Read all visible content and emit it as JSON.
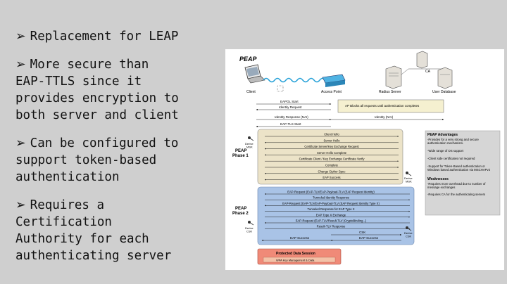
{
  "slide": {
    "bullets": [
      {
        "text": "Replacement for LEAP"
      },
      {
        "text": "More secure than\nEAP-TTLS since it\nprovides encryption to\nboth server and client"
      },
      {
        "text": "Can be configured to\nsupport token-based\nauthentication"
      },
      {
        "text": "Requires a\nCertification\nAuthority for each\nauthenticating server"
      }
    ],
    "bullet_symbol": "➢"
  },
  "diagram": {
    "title": "PEAP",
    "nodes": {
      "client": "Client",
      "ap": "Access Point",
      "radius": "Radius Server",
      "ca": "CA",
      "userdb": "User Database"
    },
    "pre": {
      "eapol_start": "EAPOL Start",
      "identity_request": "Identity Request",
      "ap_blocks": "AP Blocks all requests until authentication completes",
      "identity_response": "Identity Response (NAI)",
      "identity_nai": "Identity (NAI)",
      "eap_tls_start": "EAP-TLS Start"
    },
    "phase1": {
      "label": "PEAP\nPhase 1",
      "messages": [
        "Client Hello",
        "Server Hello",
        "Certificate Server/Key Exchange Request",
        "Server Hello Complete",
        "Certificate Client / Key Exchange Certificate Verify",
        "Complete",
        "Change Cipher Spec",
        "EAP Success"
      ],
      "derive_left": "Derive\nMSK",
      "derive_right": "Derive\nMSK"
    },
    "phase2": {
      "label": "PEAP\nPhase 2",
      "messages": [
        "EAP-Request (EAP-TLV/EAP-Payload-TLV (EAP Request Identity)",
        "Tunneled Identity Response",
        "EAP-Request (EAP-TLV/EAP-Payload-TLV (EAP Request Identity Type X)",
        "Tunneled Response for EAP Type X",
        "EAP Type X Exchange",
        "EAP-Request (EAP-TLV/Result-TLV (CryptoBinding...)",
        "Result-TLV Response"
      ],
      "csk": "CSK",
      "success_left": "EAP Success",
      "success_right": "EAP Success",
      "derive_left": "Derive\nCSK",
      "derive_right": "Derive\nCSK"
    },
    "protected": {
      "title": "Protected Data Session",
      "sub": "WPA Key Management & Data"
    },
    "notes": {
      "advantages_title": "PEAP Advantages",
      "advantages": [
        "-Provides for a very strong and secure authentication mechanism.",
        "-Wide range of OS support",
        "-Client side certificates not required",
        "-Support for Token-Based authentication or Windows based authentication via MSCHAPv2"
      ],
      "weaknesses_title": "Weaknesses",
      "weaknesses": [
        "-Requires more overhead due to number of message exchanges",
        "-Requires CA for the authenticating servers"
      ]
    },
    "colors": {
      "phase1_fill": "#ece3c8",
      "phase2_fill": "#a9c3e6",
      "ap_box": "#f5f0d0",
      "notes_fill": "#d6d6d6",
      "protected_fill": "#f08a78",
      "ap_device": "#4fb3e3"
    }
  }
}
